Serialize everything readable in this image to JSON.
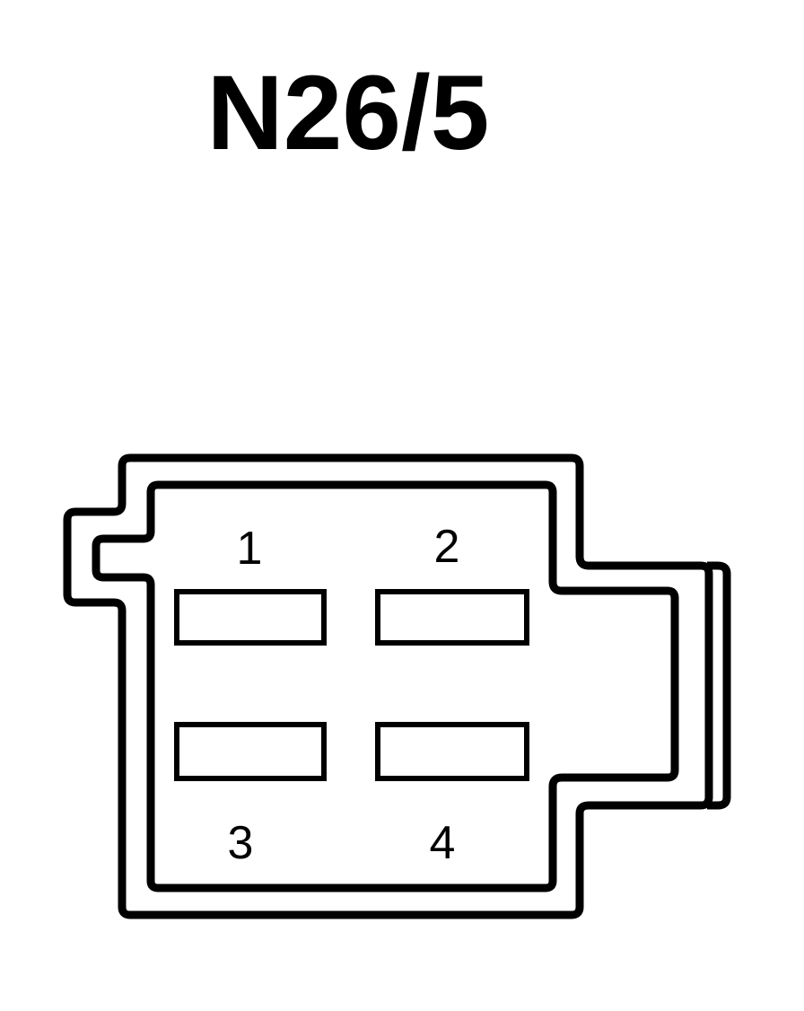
{
  "title": "N26/5",
  "pins": [
    {
      "label": "1"
    },
    {
      "label": "2"
    },
    {
      "label": "3"
    },
    {
      "label": "4"
    }
  ],
  "colors": {
    "line": "#000000",
    "background": "#ffffff"
  }
}
